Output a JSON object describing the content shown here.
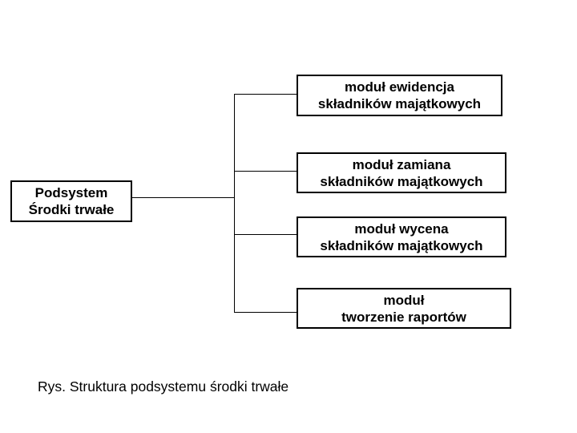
{
  "diagram": {
    "root": {
      "line1": "Podsystem",
      "line2": "Środki trwałe"
    },
    "modules": [
      {
        "line1": "moduł ewidencja",
        "line2": "składników majątkowych"
      },
      {
        "line1": "moduł zamiana",
        "line2": "składników majątkowych"
      },
      {
        "line1": "moduł wycena",
        "line2": "składników majątkowych"
      },
      {
        "line1": "moduł",
        "line2": "tworzenie raportów"
      }
    ],
    "caption": "Rys. Struktura podsystemu środki trwałe",
    "colors": {
      "background": "#ffffff",
      "border": "#000000",
      "text": "#000000"
    }
  }
}
